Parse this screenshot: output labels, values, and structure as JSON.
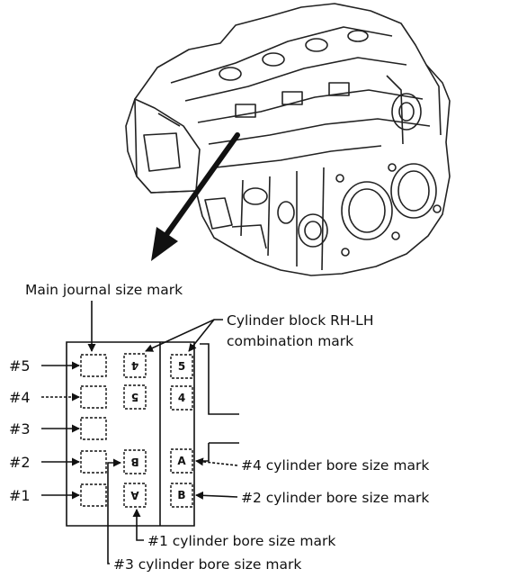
{
  "labels": {
    "main_journal": "Main journal size mark",
    "cylinder_block_line1": "Cylinder block RH-LH",
    "cylinder_block_line2": "combination mark",
    "bore4": "#4 cylinder bore size mark",
    "bore2": "#2 cylinder bore size mark",
    "bore1": "#1 cylinder bore size mark",
    "bore3": "#3 cylinder bore size mark"
  },
  "journals": [
    "#5",
    "#4",
    "#3",
    "#2",
    "#1"
  ],
  "marks": {
    "left_col": [
      "4",
      "5",
      "",
      "B",
      "A"
    ],
    "right_col": [
      "5",
      "4",
      "",
      "A",
      "B"
    ]
  },
  "colors": {
    "ink": "#111111",
    "paper": "#ffffff"
  }
}
